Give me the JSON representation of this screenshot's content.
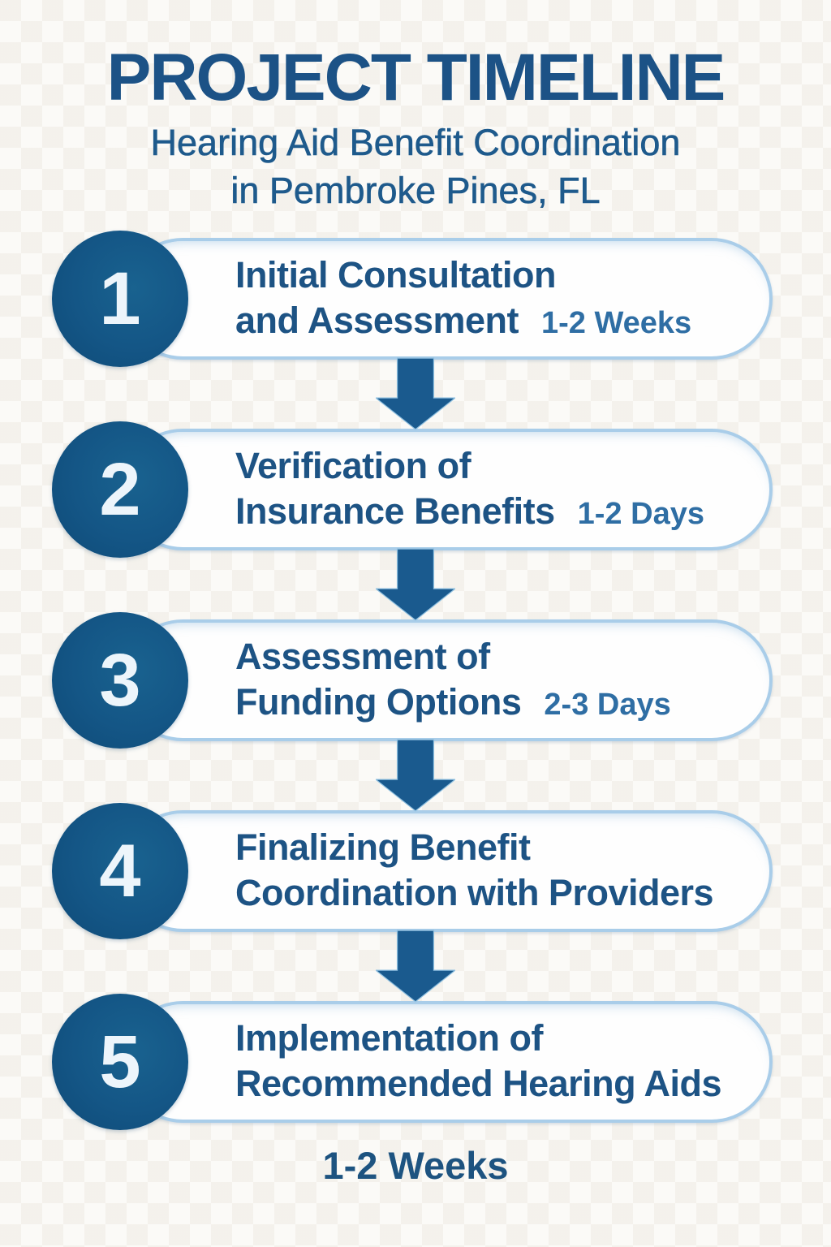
{
  "header": {
    "title": "PROJECT TIMELINE",
    "subtitle_line1": "Hearing Aid Benefit Coordination",
    "subtitle_line2": "in Pembroke Pines, FL"
  },
  "steps": [
    {
      "number": "1",
      "title_line1": "Initial Consultation",
      "title_line2": "and Assessment",
      "duration": "1-2 Weeks"
    },
    {
      "number": "2",
      "title_line1": "Verification of",
      "title_line2": "Insurance Benefits",
      "duration": "1-2 Days"
    },
    {
      "number": "3",
      "title_line1": "Assessment of",
      "title_line2": "Funding Options",
      "duration": "2-3 Days"
    },
    {
      "number": "4",
      "title_line1": "Finalizing Benefit",
      "title_line2": "Coordination with Providers",
      "duration": ""
    },
    {
      "number": "5",
      "title_line1": "Implementation of",
      "title_line2": "Recommended Hearing Aids",
      "duration": ""
    }
  ],
  "footer": {
    "duration_label": "1-2 Weeks"
  },
  "icons": {
    "step_connector": "down-arrow"
  },
  "colors": {
    "background": "#f8f6f1",
    "title_text": "#1c5286",
    "subtitle_text": "#1e5a8c",
    "heading_text": "#1d5384",
    "duration_text": "#2f6ea4",
    "circle_fill_light": "#19628f",
    "circle_fill_dark": "#0e4a77",
    "circle_number": "#edf5fb",
    "pill_background": "#fefefe",
    "pill_border": "#a9cde9",
    "arrow_fill": "#1a5a8e"
  }
}
